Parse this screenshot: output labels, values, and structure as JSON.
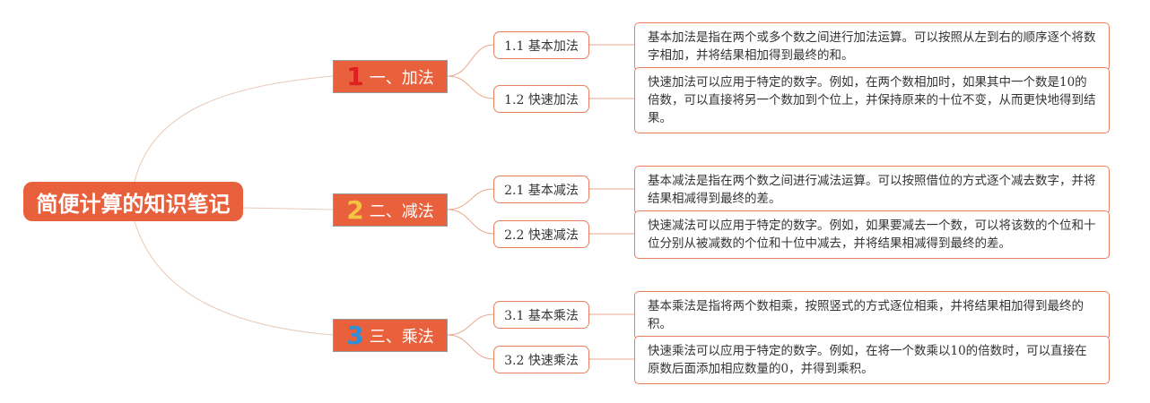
{
  "root": {
    "title": "简便计算的知识笔记"
  },
  "branches": [
    {
      "num": "1",
      "num_color": "#e02020",
      "label": "一、加法",
      "subs": [
        {
          "label": "1.1 基本加法",
          "desc": "基本加法是指在两个或多个数之间进行加法运算。可以按照从左到右的顺序逐个将数字相加，并将结果相加得到最终的和。"
        },
        {
          "label": "1.2 快速加法",
          "desc": "快速加法可以应用于特定的数字。例如，在两个数相加时，如果其中一个数是10的倍数，可以直接将另一个数加到个位上，并保持原来的十位不变，从而更快地得到结果。"
        }
      ]
    },
    {
      "num": "2",
      "num_color": "#f5c242",
      "label": "二、减法",
      "subs": [
        {
          "label": "2.1 基本减法",
          "desc": "基本减法是指在两个数之间进行减法运算。可以按照借位的方式逐个减去数字，并将结果相减得到最终的差。"
        },
        {
          "label": "2.2 快速减法",
          "desc": "快速减法可以应用于特定的数字。例如，如果要减去一个数，可以将该数的个位和十位分别从被减数的个位和十位中减去，并将结果相减得到最终的差。"
        }
      ]
    },
    {
      "num": "3",
      "num_color": "#2f8fd8",
      "label": "三、乘法",
      "subs": [
        {
          "label": "3.1 基本乘法",
          "desc": "基本乘法是指将两个数相乘，按照竖式的方式逐位相乘，并将结果相加得到最终的积。"
        },
        {
          "label": "3.2 快速乘法",
          "desc": "快速乘法可以应用于特定的数字。例如，在将一个数乘以10的倍数时，可以直接在原数后面添加相应数量的0，并得到乘积。"
        }
      ]
    }
  ]
}
